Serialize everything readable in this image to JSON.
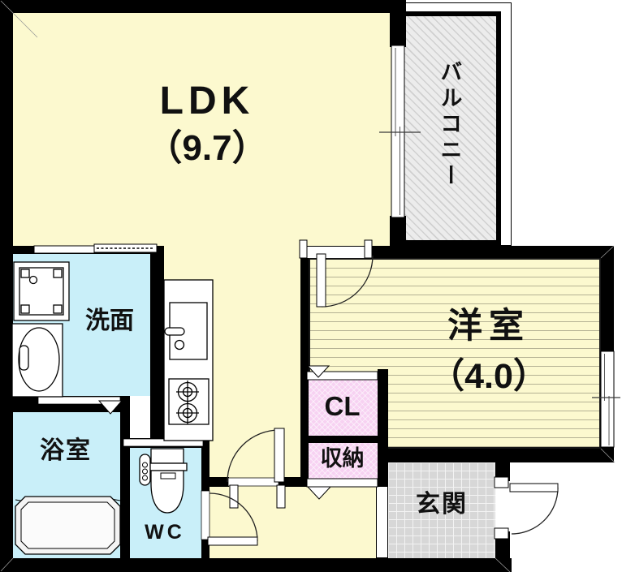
{
  "rooms": {
    "ldk": {
      "label": "LDK",
      "area": "（9.7）"
    },
    "balcony": {
      "label": "バルコニー"
    },
    "washroom": {
      "label": "洗面"
    },
    "bathroom": {
      "label": "浴室"
    },
    "western": {
      "label": "洋室",
      "area": "（4.0）"
    },
    "closet": {
      "label": "CL"
    },
    "storage": {
      "label": "収納"
    },
    "wc": {
      "label": "WC"
    },
    "entrance": {
      "label": "玄関"
    }
  },
  "colors": {
    "wall": "#000000",
    "floor-yellow": "#FCF9CF",
    "floor-stripe": "#b5b294",
    "wet-blue": "#C9EFF9",
    "closet-pink": "#F7D2F2",
    "tile-gray": "#D7D7D7",
    "balcony-gray": "#ECECEC"
  }
}
